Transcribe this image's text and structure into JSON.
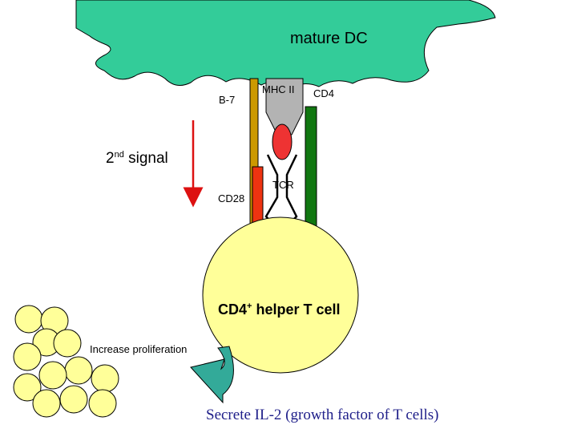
{
  "diagram": {
    "dc_label": "mature DC",
    "b7_label": "B-7",
    "mhc_label": "MHC II",
    "cd4_label": "CD4",
    "tcr_label": "TCR",
    "cd28_label": "CD28",
    "signal_number": "2",
    "signal_superscript": "nd",
    "signal_word": "signal",
    "tcell_name": "CD4",
    "tcell_superscript": "+",
    "tcell_rest": "helper T cell",
    "proliferation_label": "Increase proliferation",
    "il2_label": "Secrete IL-2 (growth factor of T cells)"
  },
  "colors": {
    "dendritic_cell": "#33cc99",
    "t_cell": "#ffff99",
    "b7": "#cc9900",
    "mhc": "#b3b3b3",
    "peptide": "#ee3333",
    "cd4": "#117711",
    "cd28": "#ee3311",
    "arrow": "#dd1111",
    "curved_arrow": "#33aa99"
  }
}
